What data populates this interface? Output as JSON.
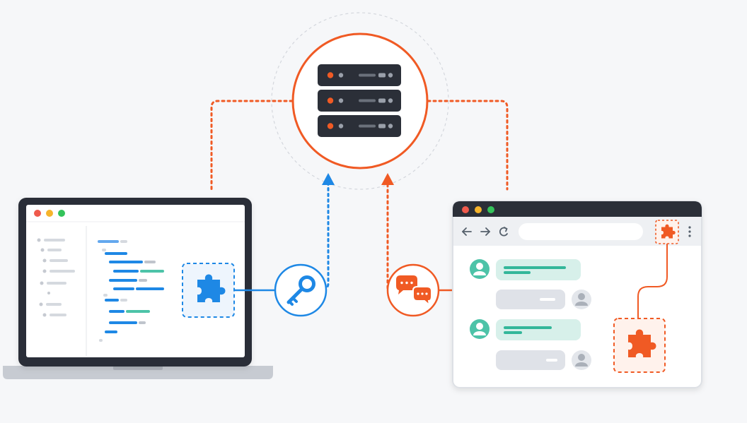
{
  "colors": {
    "background": "#f6f7f9",
    "orange": "#f05a24",
    "blue": "#1e88e5",
    "teal": "#4dc3a8",
    "dark": "#2b2f38",
    "window_red": "#ef5a4c",
    "window_yellow": "#f6b42b",
    "window_green": "#34c35a",
    "grey_bubble": "#dfe2e8",
    "teal_bubble": "#d7f0ea"
  },
  "icons": {
    "server": "server-stack-icon",
    "key": "key-icon",
    "chat": "chat-bubbles-icon",
    "plugin": "puzzle-piece-icon",
    "user": "user-avatar-icon",
    "back": "back-arrow-icon",
    "forward": "forward-arrow-icon",
    "reload": "reload-icon",
    "menu": "kebab-menu-icon"
  },
  "browser": {
    "chat_messages": [
      {
        "side": "left",
        "style": "teal"
      },
      {
        "side": "right",
        "style": "grey"
      },
      {
        "side": "left",
        "style": "teal"
      },
      {
        "side": "right",
        "style": "grey"
      }
    ]
  }
}
